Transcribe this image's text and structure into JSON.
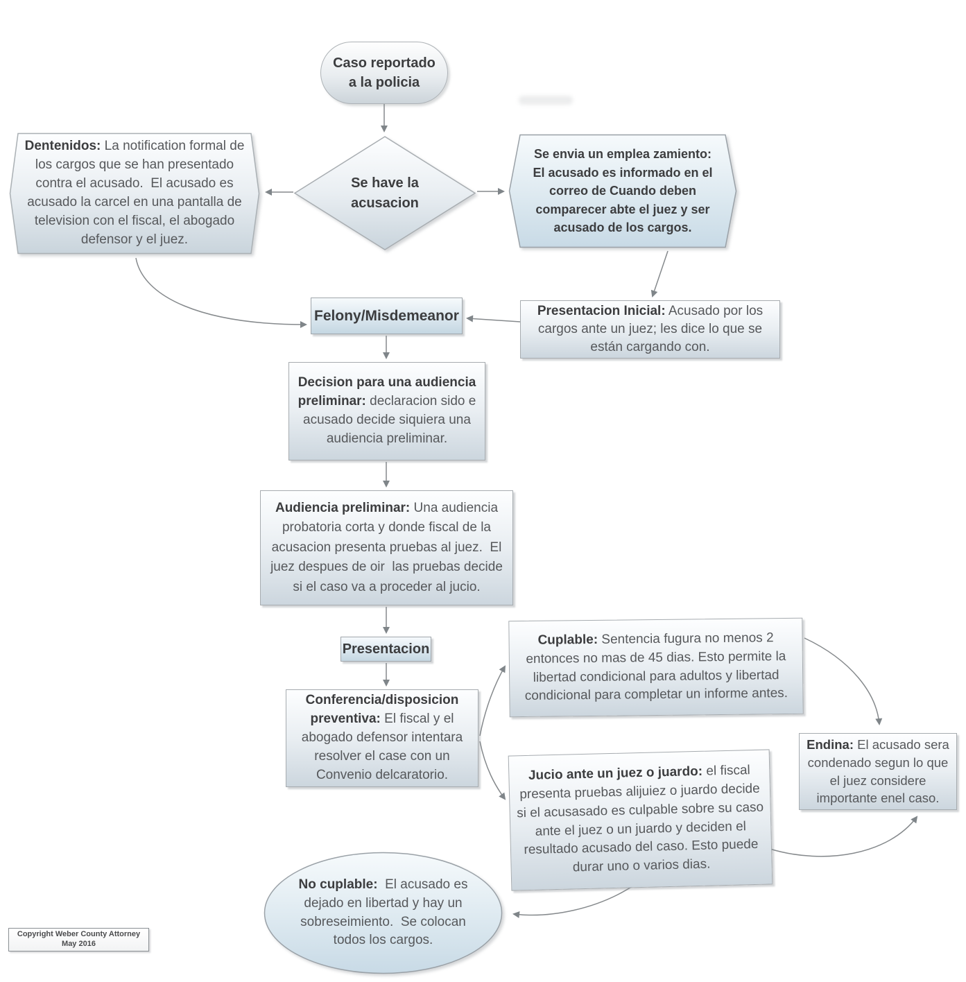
{
  "title": "Flujo del proceso penal (Weber County Attorney)",
  "colors": {
    "box_fill_top": "#fdfeff",
    "box_fill_bottom": "#ccd6de",
    "box_fill_blue_bottom": "#c5d7e2",
    "box_border": "#a6abaf",
    "arrow": "#85898c",
    "title_text": "#3c3d3f",
    "body_text": "#56585b",
    "background": "#ffffff"
  },
  "nodes": {
    "caso_reportado": {
      "title": "Caso reportado a la policia"
    },
    "se_have_la_acusacion": {
      "title": "Se have la acusacion"
    },
    "dentenidos": {
      "title": "Dentenidos:",
      "body": " La notification formal de los cargos que se han presentado contra el acusado.  El acusado es acusado la carcel en una pantalla de television con el fiscal, el abogado defensor y el juez."
    },
    "emplazamiento": {
      "title": "Se envia un emplea zamiento: El acusado es informado en el correo de Cuando deben comparecer abte el juez y ser acusado de los cargos."
    },
    "felony_misdemeanor": {
      "title": "Felony/Misdemeanor"
    },
    "presentacion_inicial": {
      "title": "Presentacion Inicial:",
      "body": " Acusado por los cargos ante un juez; les dice lo que se están cargando con."
    },
    "decision_audiencia": {
      "title": "Decision para una audiencia preliminar:",
      "body": " declaracion sido e acusado decide siquiera una audiencia preliminar."
    },
    "audiencia_preliminar": {
      "title": "Audiencia preliminar:",
      "body": " Una audiencia probatoria corta y donde fiscal de la acusacion presenta pruebas al juez.  El juez despues de oir  las pruebas decide si el caso va a proceder al jucio."
    },
    "presentacion": {
      "title": "Presentacion"
    },
    "conferencia": {
      "title": "Conferencia/disposicion preventiva:",
      "body": " El fiscal y el abogado defensor intentara resolver el case con un Convenio delcaratorio."
    },
    "cuplable": {
      "title": "Cuplable:",
      "body": " Sentencia fugura no menos 2 entonces no mas de 45 dias. Esto permite la libertad condicional para adultos y libertad condicional para completar un informe antes."
    },
    "jucio": {
      "title": "Jucio ante un juez o juardo:",
      "body": " el fiscal presenta pruebas alijuiez o juardo decide si el acusasado es culpable sobre su caso ante el juez o un juardo y deciden el resultado acusado del caso. Esto puede durar uno o varios dias."
    },
    "endina": {
      "title": "Endina:",
      "body": " El acusado sera condenado segun lo que el juez considere importante enel caso."
    },
    "no_cuplable": {
      "title": "No cuplable:",
      "body": "  El acusado es dejado en libertad y hay un sobreseimiento.  Se colocan todos los cargos."
    }
  },
  "footer": {
    "copyright": "Copyright Weber County Attorney May 2016"
  }
}
